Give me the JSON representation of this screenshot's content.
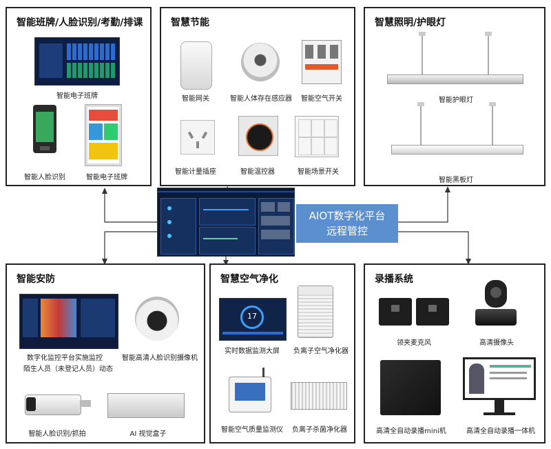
{
  "center": {
    "line1": "AIOT数字化平台",
    "line2": "远程管控"
  },
  "panels": {
    "classroom": {
      "title": "智能班牌/人脸识别/考勤/排课",
      "items": [
        "智能电子班牌",
        "智能人脸识别",
        "智能电子班牌"
      ]
    },
    "energy": {
      "title": "智慧节能",
      "items": [
        "智能网关",
        "智能人体存在感应器",
        "智能空气开关",
        "智能计量插座",
        "智能温控器",
        "智能场景开关"
      ]
    },
    "lighting": {
      "title": "智慧照明/护眼灯",
      "items": [
        "智能护眼灯",
        "智能黑板灯"
      ]
    },
    "security": {
      "title": "智能安防",
      "items": [
        "数字化监控平台实施监控",
        "陌生人员（未登记人员）动态",
        "智能高清人脸识别摄像机",
        "智能人脸识别/抓拍",
        "AI 视觉盒子"
      ]
    },
    "air": {
      "title": "智慧空气净化",
      "items": [
        "实时数据监测大屏",
        "负离子空气净化器",
        "智能空气质量监测仪",
        "负离子杀菌净化器"
      ],
      "screen_value": "17"
    },
    "recording": {
      "title": "录播系统",
      "items": [
        "领夹麦克风",
        "高清摄像头",
        "高清全自动录播mini机",
        "高清全自动录播一体机"
      ]
    }
  }
}
